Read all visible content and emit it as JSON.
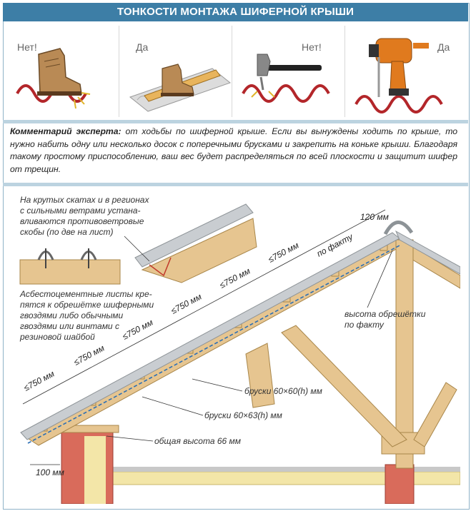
{
  "title": "ТОНКОСТИ МОНТАЖА ШИФЕРНОЙ КРЫШИ",
  "panels": [
    {
      "label": "Нет!",
      "icon": "boot-on-slate-icon"
    },
    {
      "label": "Да",
      "icon": "boot-on-board-icon"
    },
    {
      "label": "Нет!",
      "icon": "hammer-icon"
    },
    {
      "label": "Да",
      "icon": "drill-icon"
    }
  ],
  "comment": {
    "lead": "Комментарий эксперта:",
    "text": " от ходьбы по шиферной крыше. Если вы вынуждены ходить по крыше, то нужно набить одну или несколько досок с поперечными брусками и закрепить на коньке крыши. Благодаря такому простому приспособлению, ваш вес будет распределяться по всей плоскости и защитит шифер от трещин."
  },
  "diagram": {
    "note_windy": [
      "На крутых скатах и в регионах",
      "с сильными ветрами устана-",
      "вливаются противоветровые",
      "скобы (по две на лист)"
    ],
    "note_nails": [
      "Асбестоцементные листы кре-",
      "пятся к обрешётке шиферными",
      "гвоздями либо обычными",
      "гвоздями или винтами с",
      "резиновой шайбой"
    ],
    "spacing": "≤750 мм",
    "ridge_gap": "120 мм",
    "by_fact": "по факту",
    "batten_height": [
      "высота обрешётки",
      "по факту"
    ],
    "bars_60x60": "бруски 60×60(h) мм",
    "bars_60x63": "бруски 60×63(h) мм",
    "total_height": "общая высота 66 мм",
    "overhang": "100 мм"
  }
}
